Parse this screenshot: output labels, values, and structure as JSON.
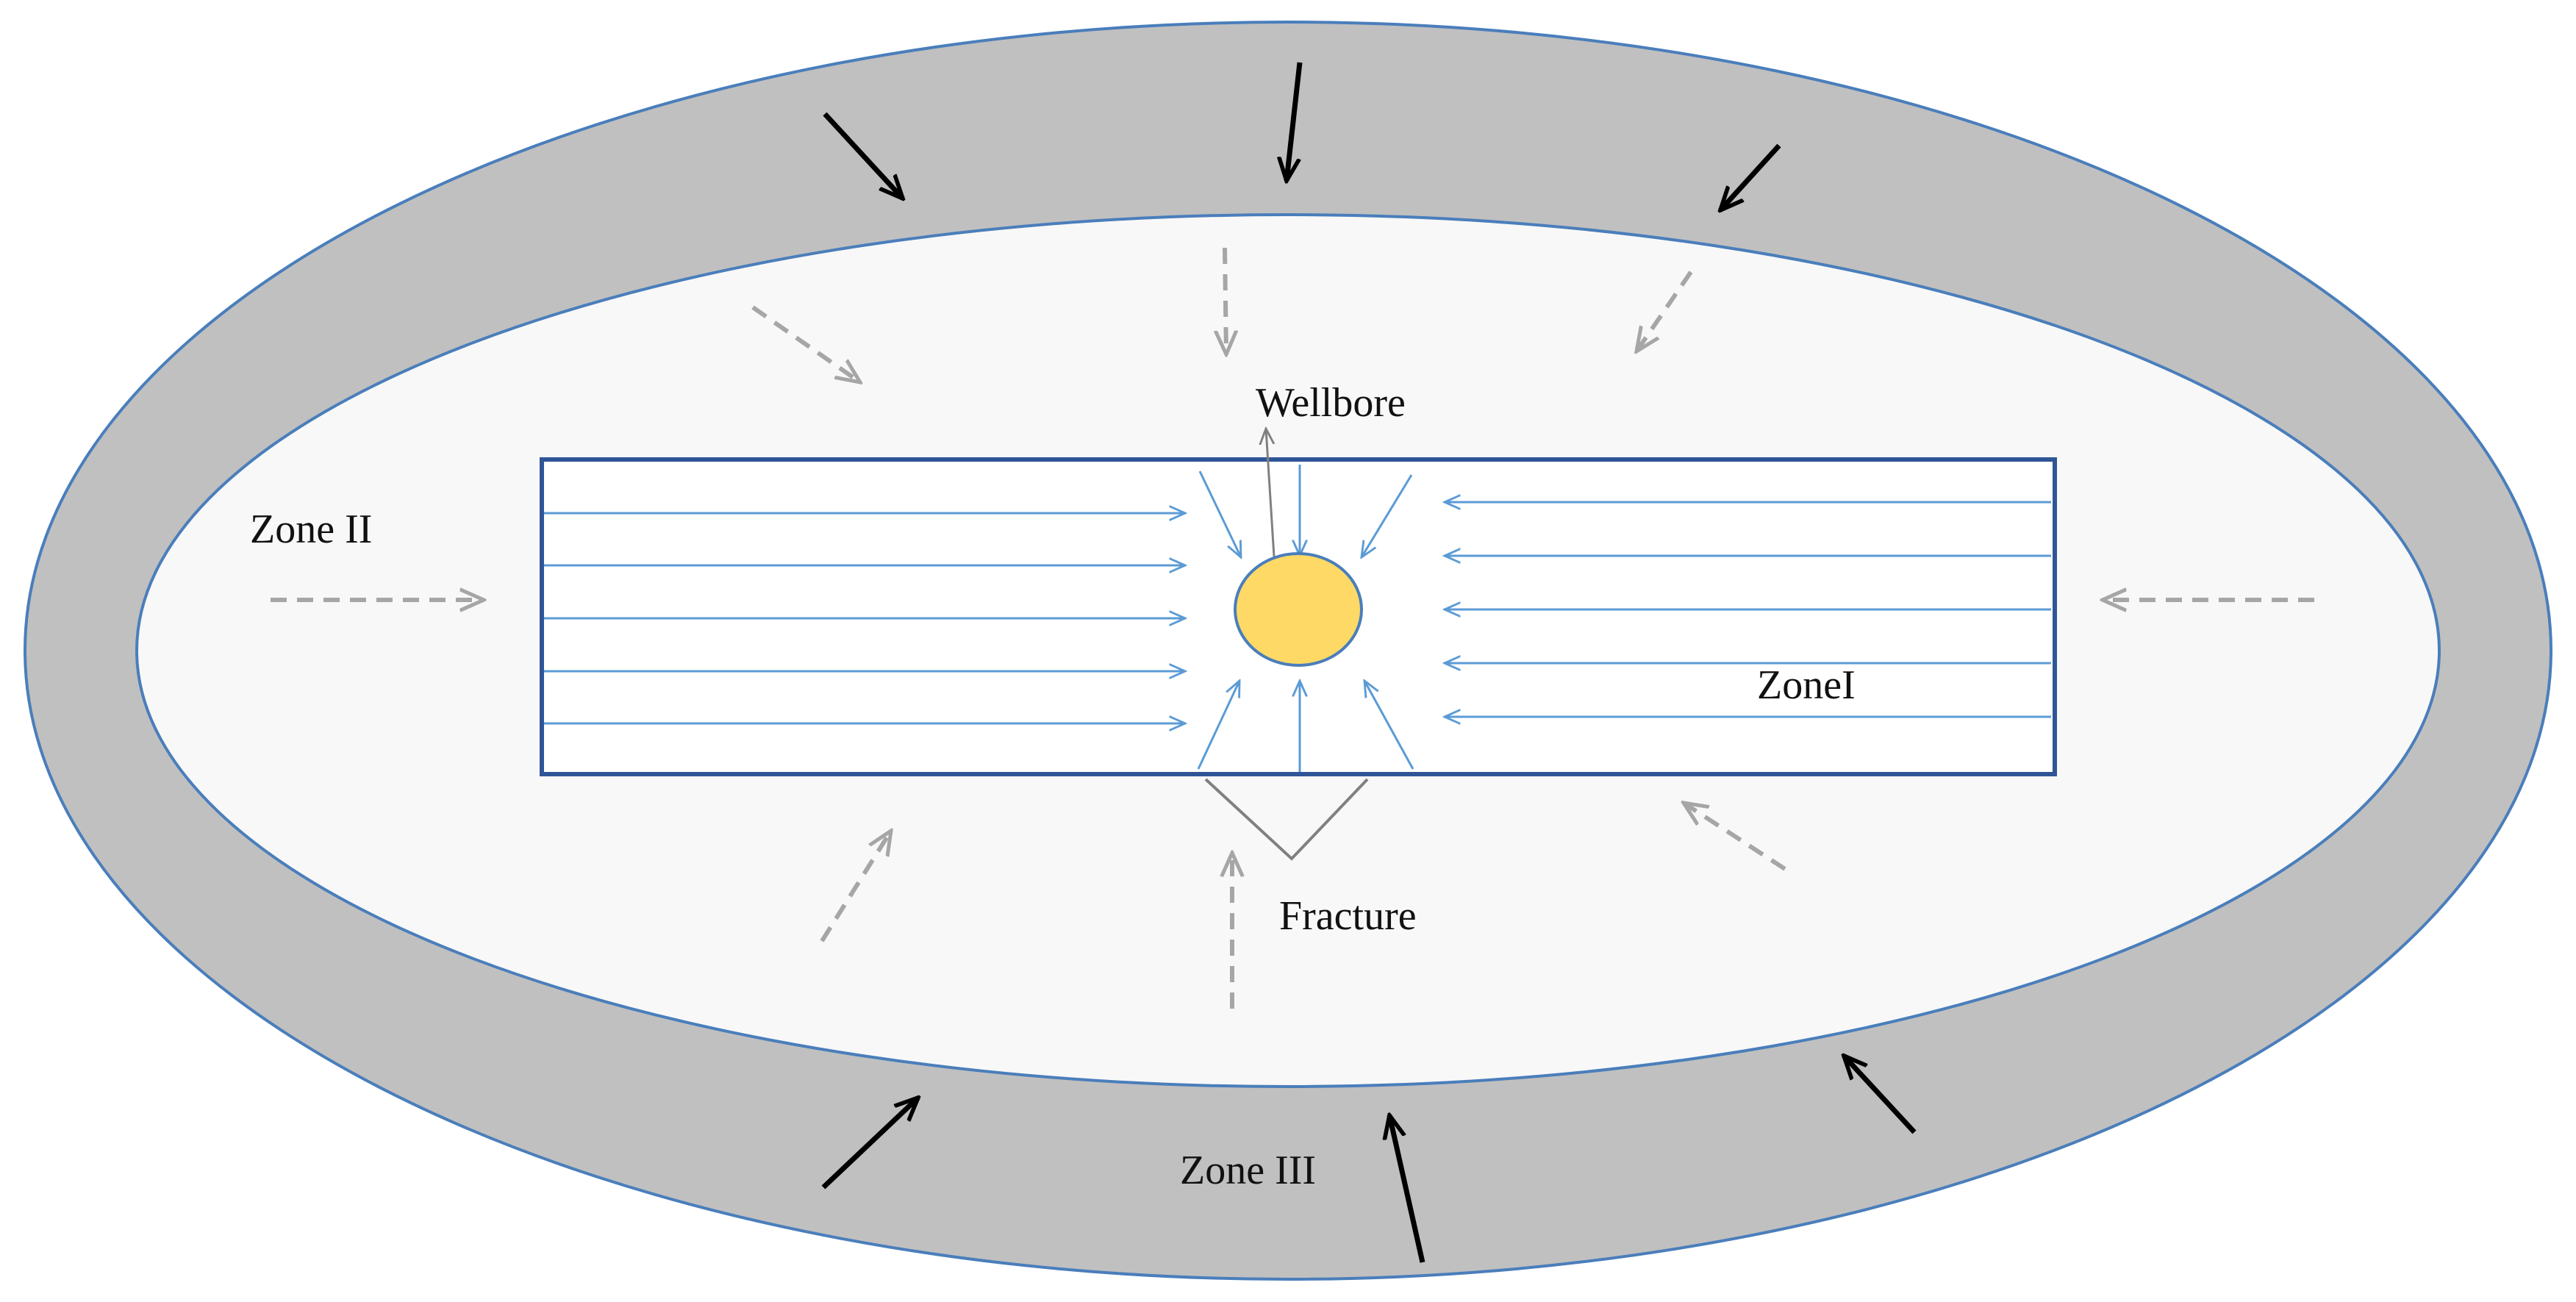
{
  "labels": {
    "wellbore": "Wellbore",
    "zone_i": "ZoneI",
    "zone_ii": "Zone II",
    "zone_iii": "Zone III",
    "fracture": "Fracture"
  },
  "colors": {
    "outer_ring": "#c0c0c0",
    "inner_region": "#f8f8f8",
    "outline": "#4a7ebb",
    "fracture_border": "#2f5597",
    "fracture_fill": "#ffffff",
    "flow_arrow": "#5b9bd5",
    "wellbore_fill": "#ffd966",
    "pointer": "#808080",
    "zone_ii_arrow": "#a6a6a6",
    "zone_iii_arrow": "#000000"
  },
  "icons": {
    "zone_iii_arrows": "solid-arrow-icon",
    "zone_ii_arrows": "dashed-arrow-icon",
    "flow_arrows": "thin-arrow-icon"
  }
}
